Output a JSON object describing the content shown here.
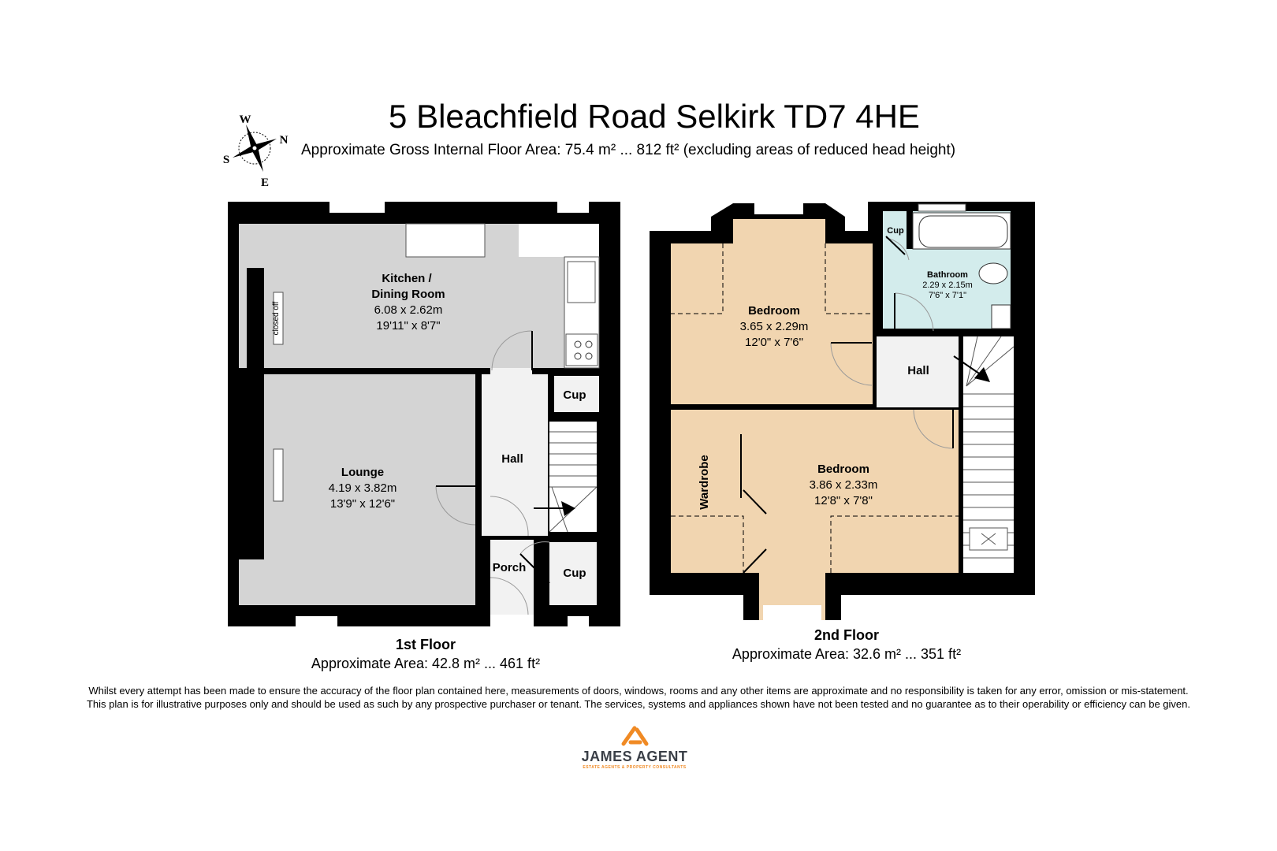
{
  "header": {
    "title": "5 Bleachfield Road Selkirk TD7 4HE",
    "subtitle": "Approximate Gross Internal Floor Area: 75.4 m² ... 812 ft² (excluding areas of reduced head height)"
  },
  "compass": {
    "n": "N",
    "s": "S",
    "e": "E",
    "w": "W"
  },
  "floors": [
    {
      "name": "1st Floor",
      "area": "Approximate Area: 42.8 m² ... 461 ft²",
      "rooms": [
        {
          "name": "Kitchen /",
          "name2": "Dining Room",
          "metric": "6.08 x 2.62m",
          "imperial": "19'11\" x 8'7\""
        },
        {
          "name": "Lounge",
          "metric": "4.19 x 3.82m",
          "imperial": "13'9\" x 12'6\""
        },
        {
          "name": "Hall"
        },
        {
          "name": "Porch"
        },
        {
          "name": "Cup"
        },
        {
          "name": "Cup"
        }
      ],
      "note": "closed off"
    },
    {
      "name": "2nd Floor",
      "area": "Approximate Area: 32.6 m² ... 351 ft²",
      "rooms": [
        {
          "name": "Bedroom",
          "metric": "3.65 x 2.29m",
          "imperial": "12'0\" x 7'6\""
        },
        {
          "name": "Bedroom",
          "metric": "3.86 x 2.33m",
          "imperial": "12'8\" x 7'8\""
        },
        {
          "name": "Bathroom",
          "metric": "2.29 x 2.15m",
          "imperial": "7'6\" x 7'1\""
        },
        {
          "name": "Hall"
        },
        {
          "name": "Cup"
        },
        {
          "name": "Wardrobe"
        }
      ]
    }
  ],
  "disclaimer": [
    "Whilst every attempt has been made to ensure the accuracy of the floor plan contained here, measurements of doors, windows, rooms and any other items are approximate and no responsibility is taken for any error, omission or mis-statement.",
    "This plan is for illustrative purposes only and should be used as such by any prospective purchaser or tenant. The services, systems and appliances shown have not been tested and no guarantee as to their operability or efficiency can be given."
  ],
  "logo": {
    "name": "JAMES AGENT",
    "tagline": "ESTATE AGENTS & PROPERTY CONSULTANTS"
  },
  "colors": {
    "wall": "#000000",
    "grey_room": "#d4d4d4",
    "hall": "#f2f2f2",
    "bedroom": "#f1d5b0",
    "bathroom": "#d3ecec",
    "brand_orange": "#f08a24",
    "brand_dark": "#3a3f47"
  }
}
